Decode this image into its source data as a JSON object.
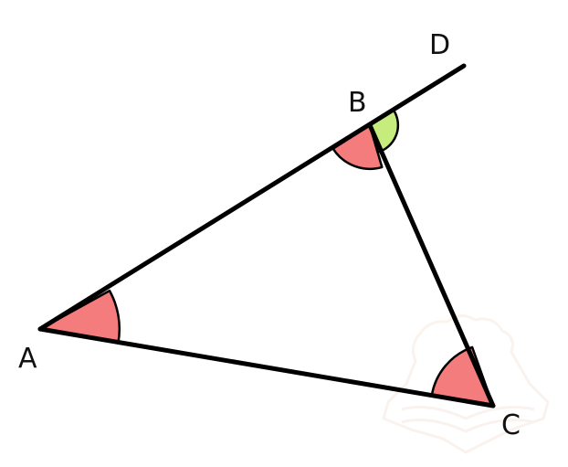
{
  "labels": {
    "A": "A",
    "B": "B",
    "C": "C",
    "D": "D"
  },
  "colors": {
    "interior_angle": "#f47c7c",
    "exterior_angle": "#c7ec7e",
    "line": "#000000",
    "watermark": "#f2dccf"
  }
}
